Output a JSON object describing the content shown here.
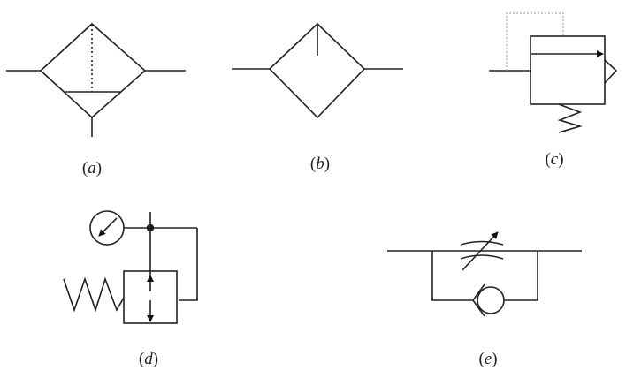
{
  "labels": {
    "a": {
      "open": "(",
      "letter": "a",
      "close": ")"
    },
    "b": {
      "open": "(",
      "letter": "b",
      "close": ")"
    },
    "c": {
      "open": "(",
      "letter": "c",
      "close": ")"
    },
    "d": {
      "open": "(",
      "letter": "d",
      "close": ")"
    },
    "e": {
      "open": "(",
      "letter": "e",
      "close": ")"
    }
  },
  "colors": {
    "stroke": "#222222",
    "pilot": "#999999"
  }
}
